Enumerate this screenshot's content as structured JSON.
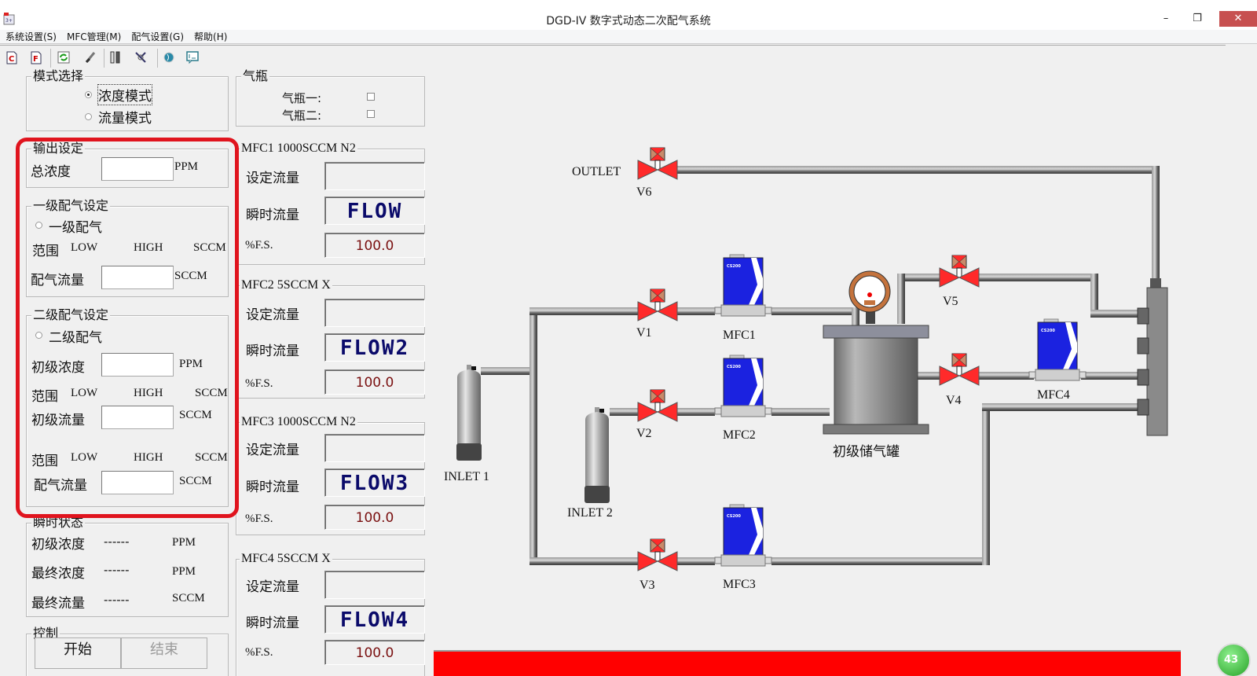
{
  "window": {
    "title": "DGD-IV 数字式动态二次配气系统",
    "minimize_glyph": "–",
    "restore_glyph": "❐",
    "close_glyph": "✕"
  },
  "menu": [
    {
      "label": "系统设置(S)"
    },
    {
      "label": "MFC管理(M)"
    },
    {
      "label": "配气设置(G)"
    },
    {
      "label": "帮助(H)"
    }
  ],
  "toolbar": [
    {
      "icon": "c-document-icon"
    },
    {
      "icon": "f-document-icon"
    },
    {
      "icon": "refresh-icon"
    },
    {
      "icon": "connect-icon"
    },
    {
      "icon": "columns-icon"
    },
    {
      "icon": "disconnect-icon"
    },
    {
      "icon": "globe-icon"
    },
    {
      "icon": "chat-icon"
    }
  ],
  "mode": {
    "title": "模式选择",
    "options": [
      {
        "label": "浓度模式",
        "selected": true
      },
      {
        "label": "流量模式",
        "selected": false
      }
    ]
  },
  "cylinders": {
    "title": "气瓶",
    "items": [
      {
        "label": "气瓶一:",
        "checked": false
      },
      {
        "label": "气瓶二:",
        "checked": false
      }
    ]
  },
  "output": {
    "title": "输出设定",
    "total_label": "总浓度",
    "total_value": "",
    "total_unit": "PPM"
  },
  "stage1": {
    "title": "一级配气设定",
    "radio_label": "一级配气",
    "range_label": "范围",
    "low": "LOW",
    "high": "HIGH",
    "range_unit": "SCCM",
    "flow_label": "配气流量",
    "flow_value": "",
    "flow_unit": "SCCM"
  },
  "stage2": {
    "title": "二级配气设定",
    "radio_label": "二级配气",
    "init_conc_label": "初级浓度",
    "init_conc_value": "",
    "init_conc_unit": "PPM",
    "range_label": "范围",
    "low": "LOW",
    "high": "HIGH",
    "range_unit": "SCCM",
    "init_flow_label": "初级流量",
    "init_flow_value": "",
    "init_flow_unit": "SCCM",
    "range2_label": "范围",
    "low2": "LOW",
    "high2": "HIGH",
    "range2_unit": "SCCM",
    "flow_label": "配气流量",
    "flow_value": "",
    "flow_unit": "SCCM"
  },
  "status": {
    "title": "瞬时状态",
    "rows": [
      {
        "label": "初级浓度",
        "value": "------",
        "unit": "PPM"
      },
      {
        "label": "最终浓度",
        "value": "------",
        "unit": "PPM"
      },
      {
        "label": "最终流量",
        "value": "------",
        "unit": "SCCM"
      }
    ]
  },
  "control": {
    "title": "控制",
    "start": "开始",
    "stop": "结束"
  },
  "mfcs": [
    {
      "title": "MFC1  1000SCCM  N2",
      "set_label": "设定流量",
      "set_value": "",
      "flow_label": "瞬时流量",
      "flow_display": "FLOW",
      "fs_label": "%F.S.",
      "fs_value": "100.0"
    },
    {
      "title": "MFC2  5SCCM  X",
      "set_label": "设定流量",
      "set_value": "",
      "flow_label": "瞬时流量",
      "flow_display": "FLOW2",
      "fs_label": "%F.S.",
      "fs_value": "100.0"
    },
    {
      "title": "MFC3  1000SCCM  N2",
      "set_label": "设定流量",
      "set_value": "",
      "flow_label": "瞬时流量",
      "flow_display": "FLOW3",
      "fs_label": "%F.S.",
      "fs_value": "100.0"
    },
    {
      "title": "MFC4  5SCCM  X",
      "set_label": "设定流量",
      "set_value": "",
      "flow_label": "瞬时流量",
      "flow_display": "FLOW4",
      "fs_label": "%F.S.",
      "fs_value": "100.0"
    }
  ],
  "diagram": {
    "outlet": "OUTLET",
    "inlet1": "INLET  1",
    "inlet2": "INLET  2",
    "tank": "初级储气罐",
    "valves": [
      "V1",
      "V2",
      "V3",
      "V4",
      "V5",
      "V6"
    ],
    "mfc_labels": [
      "MFC1",
      "MFC2",
      "MFC3",
      "MFC4"
    ],
    "mfc_brand": "CS200"
  },
  "progress": {
    "percent": 100,
    "color": "#ff0000"
  },
  "badge": {
    "text": "43"
  },
  "colors": {
    "highlight": "#e0141e",
    "lcd": "#0a0a6a",
    "fs_text": "#7a1010",
    "mfc_body": "#1b22e0",
    "valve": "#ff2a2a"
  }
}
